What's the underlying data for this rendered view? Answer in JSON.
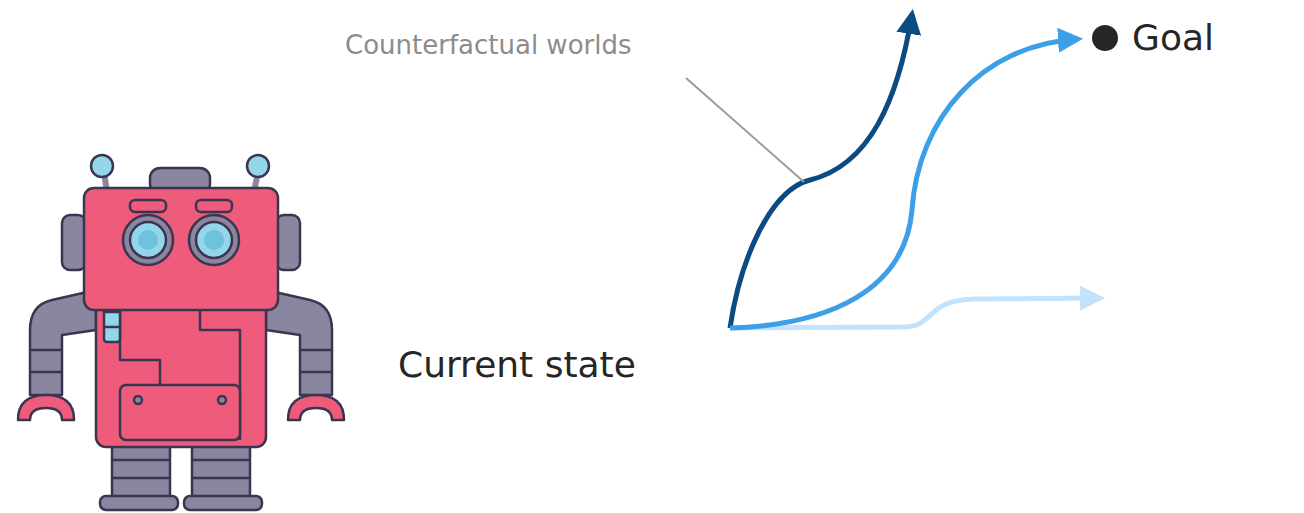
{
  "diagram": {
    "labels": [
      "Counterfactual worlds",
      "Goal",
      "Current state"
    ]
  }
}
